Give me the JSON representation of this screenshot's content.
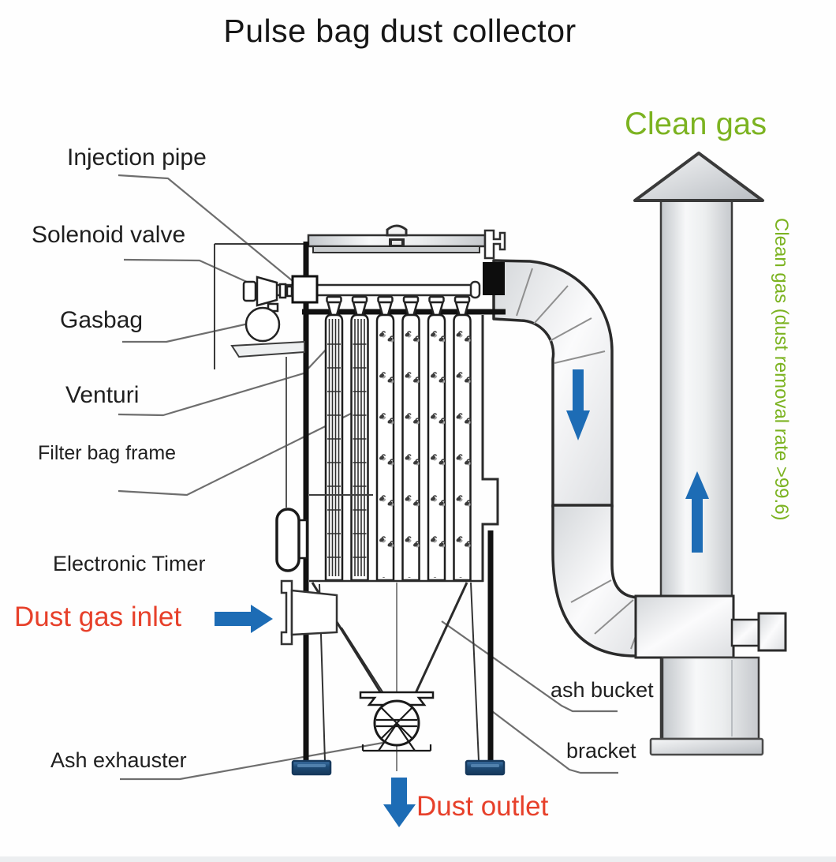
{
  "title": "Pulse bag dust collector",
  "labels": {
    "injection_pipe": "Injection pipe",
    "solenoid_valve": "Solenoid valve",
    "gasbag": "Gasbag",
    "venturi": "Venturi",
    "filter_bag_frame": "Filter bag frame",
    "electronic_timer": "Electronic Timer",
    "dust_gas_inlet": "Dust gas inlet",
    "ash_exhauster": "Ash exhauster",
    "ash_bucket": "ash bucket",
    "bracket": "bracket",
    "dust_outlet": "Dust outlet",
    "clean_gas": "Clean gas",
    "clean_gas_note": "Clean gas (dust removal rate >99.6)"
  },
  "flow_arrows": [
    {
      "name": "dust-gas-inlet-arrow",
      "direction": "right"
    },
    {
      "name": "duct-down-arrow",
      "direction": "down"
    },
    {
      "name": "chimney-up-arrow",
      "direction": "up"
    },
    {
      "name": "dust-outlet-arrow",
      "direction": "down"
    }
  ],
  "colors": {
    "accent_green": "#7cb321",
    "accent_red": "#e7402a",
    "arrow_blue": "#1d6cb5",
    "foot_navy": "#16395c",
    "leader_gray": "#6e6e6e",
    "line_dark": "#2b2b2b"
  }
}
